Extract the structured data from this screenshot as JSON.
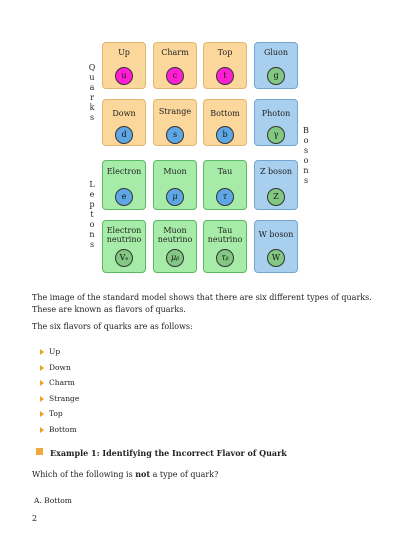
{
  "diagram": {
    "quarks_label": [
      "Q",
      "u",
      "a",
      "r",
      "k",
      "s"
    ],
    "leptons_label": [
      "L",
      "e",
      "p",
      "t",
      "o",
      "n",
      "s"
    ],
    "bosons_label": [
      "B",
      "o",
      "s",
      "o",
      "n",
      "s"
    ],
    "cards": {
      "up": {
        "name": "Up",
        "symbol": "u"
      },
      "charm": {
        "name": "Charm",
        "symbol": "c"
      },
      "top": {
        "name": "Top",
        "symbol": "t"
      },
      "gluon": {
        "name": "Gluon",
        "symbol": "g"
      },
      "down": {
        "name": "Down",
        "symbol": "d"
      },
      "strange": {
        "name": "Strange",
        "symbol": "s"
      },
      "bottom": {
        "name": "Bottom",
        "symbol": "b"
      },
      "photon": {
        "name": "Photon",
        "symbol": "γ"
      },
      "electron": {
        "name": "Electron",
        "symbol": "e"
      },
      "muon": {
        "name": "Muon",
        "symbol": "μ"
      },
      "tau": {
        "name": "Tau",
        "symbol": "τ"
      },
      "zboson": {
        "name": "Z boson",
        "symbol": "Z"
      },
      "electron_neutrino": {
        "name_line1": "Electron",
        "name_line2": "neutrino",
        "symbol": "Vₑ"
      },
      "muon_neutrino": {
        "name_line1": "Muon",
        "name_line2": "neutrino",
        "symbol": "μᵦ"
      },
      "tau_neutrino": {
        "name_line1": "Tau",
        "name_line2": "neutrino",
        "symbol": "τᵦ"
      },
      "wboson": {
        "name": "W boson",
        "symbol": "W"
      }
    }
  },
  "text": {
    "para1": "The image of the standard model shows that there are six different types of quarks. These are known as flavors of quarks.",
    "para2": "The six flavors of quarks are as follows:",
    "flavors": [
      "Up",
      "Down",
      "Charm",
      "Strange",
      "Top",
      "Bottom"
    ],
    "example_title": "Example 1: Identifying the Incorrect Flavor of Quark",
    "question_prefix": "Which of the following is ",
    "question_bold": "not",
    "question_suffix": " a type of quark?",
    "answer_a": "A.  Bottom",
    "page_number": "2"
  },
  "colors": {
    "quark_card": "#fbd79c",
    "lepton_card": "#a6eca8",
    "boson_card": "#a9cfee",
    "up_quark_circle": "#ff1fd2",
    "blue_circle": "#5fa7e4",
    "green_circle": "#82c882",
    "bullet": "#f0a020"
  }
}
